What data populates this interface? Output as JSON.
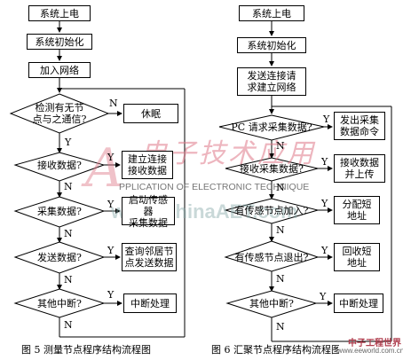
{
  "left": {
    "start": "系统上电",
    "init": "系统初始化",
    "join": "加入网络",
    "d1": "检测有无节\n点与之通信?",
    "sleep": "休眠",
    "d2": "接收数据?",
    "conn": "建立连接\n接收数据",
    "d3": "采集数据?",
    "sensor": "启动传感器\n采集数据",
    "d4": "发送数据?",
    "query": "查询邻居节\n点发送数据",
    "d5": "其他中断?",
    "intr": "中断处理",
    "caption": "图 5   测量节点程序结构流程图"
  },
  "right": {
    "start": "系统上电",
    "init": "系统初始化",
    "send_req": "发送连接请\n求建立网络",
    "d1": "PC 请求采集数据?",
    "cmd": "发出采集\n数据命令",
    "d2": "接收采集数据?",
    "recv": "接收数据\n并上传",
    "d3": "有传感节点加入?",
    "alloc": "分配短\n地址",
    "d4": "有传感节点退出?",
    "reclaim": "回收短\n地址",
    "d5": "其他中断?",
    "intr": "中断处理",
    "caption": "图 6   汇聚节点程序结构流程图"
  },
  "labels": {
    "yes": "Y",
    "no": "N"
  },
  "watermark": {
    "brand": "电子技术应用",
    "english": "PPLICATION OF ELECTRONIC TECHNIQUE",
    "url": "www.ChinaAET.com",
    "logo": "中子工程世界",
    "logo_url": "www.eeworld.com.cn"
  }
}
